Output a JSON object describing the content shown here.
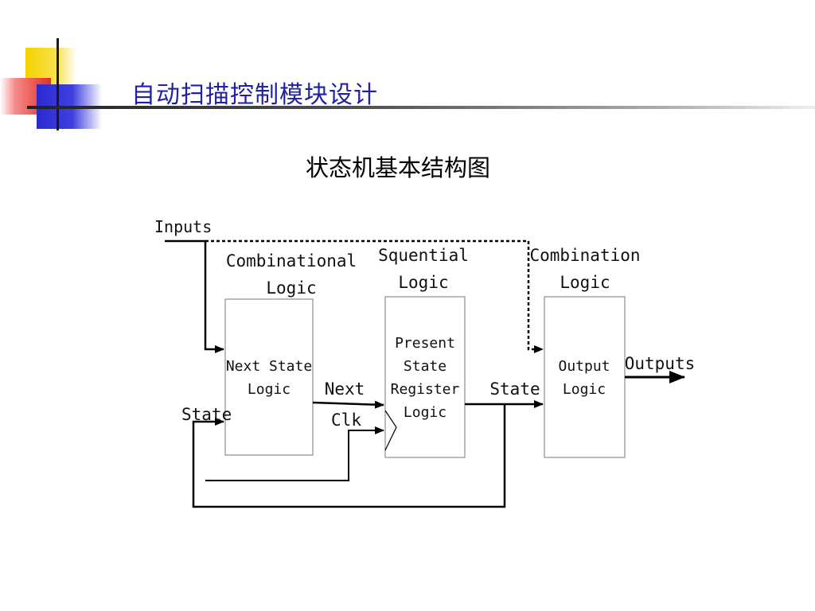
{
  "slide": {
    "title": "自动扫描控制模块设计"
  },
  "diagram": {
    "title": "状态机基本结构图",
    "labels": {
      "inputs": "Inputs",
      "combinational_1": "Combinational",
      "combinational_2": "Logic",
      "sequential_1": "Squential",
      "sequential_2": "Logic",
      "combination_1": "Combination",
      "combination_2": "Logic",
      "outputs": "Outputs",
      "state_feedback": "State",
      "next": "Next",
      "clk": "Clk",
      "state": "State"
    },
    "blocks": {
      "next_state": [
        "Next State",
        "Logic"
      ],
      "register": [
        "Present",
        "State",
        "Register",
        "Logic"
      ],
      "output": [
        "Output",
        "Logic"
      ]
    }
  }
}
